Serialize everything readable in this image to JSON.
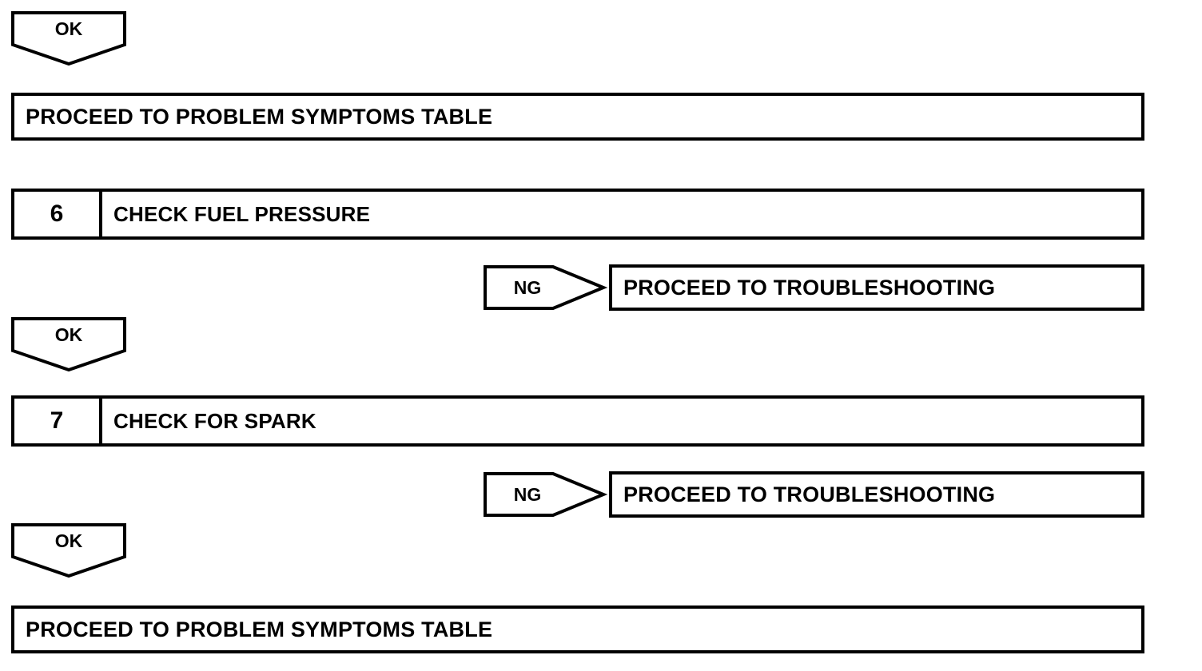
{
  "diagram": {
    "type": "troubleshooting-flowchart",
    "title": "",
    "stroke_color": "#000000",
    "background_color": "#ffffff",
    "nodes": [
      {
        "id": "ok-1",
        "kind": "ok-marker",
        "label": "OK"
      },
      {
        "id": "result-1",
        "kind": "result-box",
        "text": "PROCEED TO PROBLEM SYMPTOMS TABLE"
      },
      {
        "id": "step-6",
        "kind": "step-box",
        "number": "6",
        "text": "CHECK FUEL PRESSURE"
      },
      {
        "id": "ng-1",
        "kind": "ng-marker",
        "label": "NG"
      },
      {
        "id": "result-2",
        "kind": "result-box",
        "text": "PROCEED TO TROUBLESHOOTING"
      },
      {
        "id": "ok-2",
        "kind": "ok-marker",
        "label": "OK"
      },
      {
        "id": "step-7",
        "kind": "step-box",
        "number": "7",
        "text": "CHECK FOR SPARK"
      },
      {
        "id": "ng-2",
        "kind": "ng-marker",
        "label": "NG"
      },
      {
        "id": "result-3",
        "kind": "result-box",
        "text": "PROCEED TO TROUBLESHOOTING"
      },
      {
        "id": "ok-3",
        "kind": "ok-marker",
        "label": "OK"
      },
      {
        "id": "result-4",
        "kind": "result-box",
        "text": "PROCEED TO PROBLEM SYMPTOMS TABLE"
      }
    ]
  }
}
